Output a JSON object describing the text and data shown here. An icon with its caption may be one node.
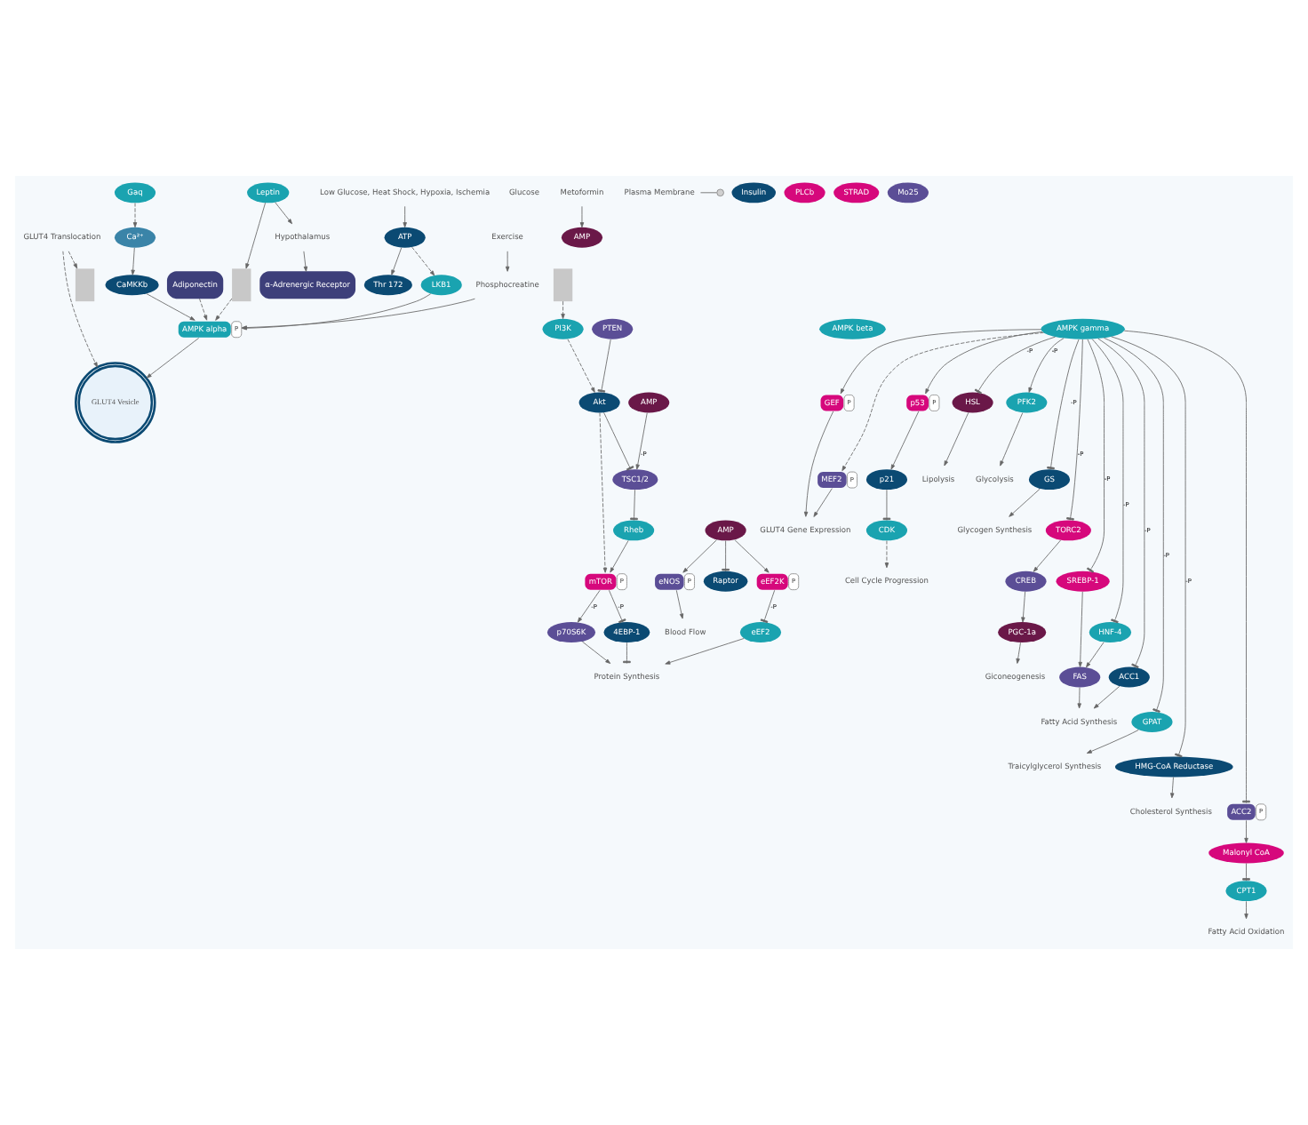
{
  "diagram": {
    "nodes": [
      {
        "text": [
          "Low Glucose, Heat Shock, Hypoxia, Ischemia"
        ]
      },
      {
        "text": [
          "Glucose"
        ]
      },
      {
        "text": [
          "Metoformin"
        ]
      },
      {
        "text": [],
        "shape": "box"
      },
      {
        "text": [
          "Adiponectin"
        ]
      },
      {
        "text": [
          "Leptin"
        ]
      },
      {
        "text": [],
        "shape": "box"
      },
      {
        "text": [
          "Hypothalamus"
        ]
      },
      {
        "text": [
          "α-Adrenergic Receptor"
        ]
      },
      {
        "text": [
          "Plasma Membrane"
        ]
      },
      {
        "text": [
          "Exercise"
        ]
      },
      {
        "text": [
          "Insulin"
        ]
      },
      {
        "text": [],
        "shape": "box"
      },
      {
        "text": [
          "PLCb"
        ]
      },
      {
        "text": [
          "Gaq"
        ]
      },
      {
        "text": [
          "Ca²⁺"
        ]
      },
      {
        "text": [
          "CaMKKb"
        ]
      },
      {
        "text": [
          "PI3K"
        ]
      },
      {
        "text": [
          "PTEN"
        ]
      },
      {
        "text": [
          "Akt"
        ]
      },
      {
        "text": [
          "GLUT4 Translocation"
        ]
      },
      {
        "text": [
          "GLUT4 Vesicle"
        ]
      },
      {
        "text": [
          "AMP"
        ]
      },
      {
        "text": [
          "ATP"
        ]
      },
      {
        "text": [
          "LKB1"
        ]
      },
      {
        "text": [
          "STRAD"
        ]
      },
      {
        "text": [
          "Mo25"
        ]
      },
      {
        "text": [
          "Phosphocreatine"
        ]
      },
      {
        "text": [
          "TSC1/2"
        ]
      },
      {
        "text": [
          "Rheb"
        ]
      },
      {
        "text": [
          "Thr 172"
        ]
      },
      {
        "text": [
          "AMPK alpha"
        ],
        "beside": [
          "P"
        ]
      },
      {
        "text": [
          "AMPK beta"
        ]
      },
      {
        "text": [
          "AMPK gamma"
        ]
      },
      {
        "text": [
          "AMP"
        ]
      },
      {
        "text": [
          "AMP"
        ]
      },
      {
        "text": [
          "Raptor"
        ]
      },
      {
        "text": [
          "mTOR"
        ],
        "beside": [
          "P"
        ]
      },
      {
        "text": [
          "GEF"
        ],
        "beside": [
          "P"
        ]
      },
      {
        "text": [
          "p53"
        ],
        "beside": [
          "P"
        ]
      },
      {
        "text": [
          "eEF2K"
        ],
        "beside": [
          "P"
        ]
      },
      {
        "text": [
          "eNOS"
        ],
        "beside": [
          "P"
        ]
      },
      {
        "text": [
          "p70S6K"
        ]
      },
      {
        "text": [
          "4EBP-1"
        ]
      },
      {
        "text": [
          "GLUT4 Gene Expression"
        ]
      },
      {
        "text": [
          "MEF2"
        ],
        "beside": [
          "P"
        ]
      },
      {
        "text": [
          "HSL"
        ]
      },
      {
        "text": [
          "eEF2"
        ]
      },
      {
        "text": [
          "Blood Flow"
        ]
      },
      {
        "text": [
          "Protein Synthesis"
        ]
      },
      {
        "text": [
          "p21"
        ]
      },
      {
        "text": [
          "Lipolysis"
        ]
      },
      {
        "text": [
          "CDK"
        ]
      },
      {
        "text": [
          "Cell Cycle Progression"
        ]
      },
      {
        "text": [
          "Glycolysis"
        ]
      },
      {
        "text": [
          "PFK2"
        ]
      },
      {
        "text": [
          "Glycogen Synthesis"
        ]
      },
      {
        "text": [
          "GS"
        ]
      },
      {
        "text": [
          "PGC-1a"
        ]
      },
      {
        "text": [
          "CREB"
        ]
      },
      {
        "text": [
          "TORC2"
        ]
      },
      {
        "text": [
          "SREBP-1"
        ]
      },
      {
        "text": [
          "HNF-4"
        ]
      },
      {
        "text": [
          "FAS"
        ]
      },
      {
        "text": [
          "Giconeogenesis"
        ]
      },
      {
        "text": [
          "Traicylglycerol Synthesis"
        ]
      },
      {
        "text": [
          "GPAT"
        ]
      },
      {
        "text": [
          "ACC1"
        ]
      },
      {
        "text": [
          "Fatty Acid Synthesis"
        ]
      },
      {
        "text": [
          "Cholesterol Synthesis"
        ]
      },
      {
        "text": [
          "HMG-CoA Reductase"
        ]
      },
      {
        "text": [
          "ACC2"
        ],
        "beside": [
          "P"
        ]
      },
      {
        "text": [
          "Malonyl CoA"
        ]
      },
      {
        "text": [
          "CPT1"
        ]
      },
      {
        "text": [
          "Fatty Acid Oxidation"
        ]
      }
    ],
    "edges": [
      {
        "from": 0,
        "to": 23,
        "arrow": "to"
      },
      {
        "from": 2,
        "to": 22,
        "arrow": "to"
      },
      {
        "from": 20,
        "to": 3,
        "arrow": "to",
        "style": "dashed"
      },
      {
        "from": 20,
        "to": 21,
        "arrow": "to",
        "style": "dashed"
      },
      {
        "from": 5,
        "to": 7,
        "arrow": "to"
      },
      {
        "from": 5,
        "to": 6,
        "arrow": "to"
      },
      {
        "from": 7,
        "to": 8,
        "arrow": "to"
      },
      {
        "from": 9,
        "to": null,
        "arrow": "none"
      },
      {
        "from": 10,
        "to": 27,
        "arrow": "to"
      },
      {
        "from": 12,
        "to": 17,
        "arrow": "to",
        "style": "dashed"
      },
      {
        "from": 17,
        "to": 19,
        "arrow": "to",
        "style": "dashed"
      },
      {
        "from": 18,
        "to": 19,
        "arrow": "other"
      },
      {
        "from": 14,
        "to": 15,
        "arrow": "to",
        "style": "dashed"
      },
      {
        "from": 15,
        "to": 16,
        "arrow": "to"
      },
      {
        "from": 16,
        "to": 31,
        "arrow": "to"
      },
      {
        "from": 27,
        "to": 31,
        "arrow": "to"
      },
      {
        "from": 4,
        "to": 31,
        "arrow": "to",
        "style": "dashed"
      },
      {
        "from": 6,
        "to": 31,
        "arrow": "to",
        "style": "dashed"
      },
      {
        "from": 23,
        "to": 24,
        "arrow": "to",
        "style": "dashed"
      },
      {
        "from": 23,
        "to": 30,
        "arrow": "to"
      },
      {
        "from": 24,
        "to": 31,
        "arrow": "to"
      },
      {
        "from": 31,
        "to": 21,
        "arrow": "to"
      },
      {
        "from": 19,
        "to": 28,
        "arrow": "other"
      },
      {
        "from": 19,
        "to": 37,
        "arrow": "to",
        "style": "dashed"
      },
      {
        "from": 34,
        "to": 28,
        "arrow": "to",
        "label": "-P"
      },
      {
        "from": 28,
        "to": 29,
        "arrow": "other"
      },
      {
        "from": 29,
        "to": 37,
        "arrow": "to"
      },
      {
        "from": 35,
        "to": 36,
        "arrow": "other"
      },
      {
        "from": 35,
        "to": 41,
        "arrow": "to"
      },
      {
        "from": 35,
        "to": 40,
        "arrow": "to"
      },
      {
        "from": 37,
        "to": 42,
        "arrow": "to",
        "label": "-P"
      },
      {
        "from": 37,
        "to": 43,
        "arrow": "other",
        "label": "-P"
      },
      {
        "from": 40,
        "to": 47,
        "arrow": "other",
        "label": "-P"
      },
      {
        "from": 41,
        "to": 48,
        "arrow": "to"
      },
      {
        "from": 42,
        "to": 49,
        "arrow": "to"
      },
      {
        "from": 43,
        "to": 49,
        "arrow": "other"
      },
      {
        "from": 47,
        "to": 49,
        "arrow": "to"
      },
      {
        "from": 33,
        "to": 39,
        "arrow": "to"
      },
      {
        "from": 33,
        "to": 46,
        "arrow": "other",
        "label": "-P"
      },
      {
        "from": 46,
        "to": 51,
        "arrow": "to"
      },
      {
        "from": 39,
        "to": 50,
        "arrow": "to"
      },
      {
        "from": 50,
        "to": 52,
        "arrow": "other"
      },
      {
        "from": 52,
        "to": 53,
        "arrow": "to",
        "style": "dashed"
      },
      {
        "from": 33,
        "to": 38,
        "arrow": "to"
      },
      {
        "from": 33,
        "to": 45,
        "arrow": "to",
        "style": "dashed"
      },
      {
        "from": 38,
        "to": 44,
        "arrow": "to"
      },
      {
        "from": 45,
        "to": 44,
        "arrow": "to"
      },
      {
        "from": 33,
        "to": 55,
        "arrow": "to",
        "label": "-P"
      },
      {
        "from": 33,
        "to": 57,
        "arrow": "other",
        "label": "-P"
      },
      {
        "from": 33,
        "to": 60,
        "arrow": "other",
        "label": "-P"
      },
      {
        "from": 33,
        "to": 66,
        "arrow": "other",
        "label": "-P"
      },
      {
        "from": 33,
        "to": 70,
        "arrow": "other",
        "label": "-P"
      },
      {
        "from": 33,
        "to": 71,
        "arrow": "other"
      },
      {
        "from": 33,
        "to": 61,
        "arrow": "other",
        "label": "-P"
      },
      {
        "from": 33,
        "to": 62,
        "arrow": "other",
        "label": "-P"
      },
      {
        "from": 33,
        "to": 67,
        "arrow": "other",
        "label": "-P"
      },
      {
        "from": 55,
        "to": 54,
        "arrow": "to"
      },
      {
        "from": 57,
        "to": 56,
        "arrow": "to"
      },
      {
        "from": 60,
        "to": 59,
        "arrow": "to"
      },
      {
        "from": 59,
        "to": 58,
        "arrow": "to"
      },
      {
        "from": 58,
        "to": 64,
        "arrow": "to"
      },
      {
        "from": 66,
        "to": 65,
        "arrow": "to"
      },
      {
        "from": 70,
        "to": 69,
        "arrow": "to"
      },
      {
        "from": 61,
        "to": 63,
        "arrow": "to"
      },
      {
        "from": 62,
        "to": 63,
        "arrow": "to"
      },
      {
        "from": 63,
        "to": 68,
        "arrow": "to"
      },
      {
        "from": 67,
        "to": 68,
        "arrow": "to"
      },
      {
        "from": 71,
        "to": 72,
        "arrow": "to"
      },
      {
        "from": 72,
        "to": 73,
        "arrow": "other"
      },
      {
        "from": 73,
        "to": 74,
        "arrow": "to"
      }
    ]
  }
}
